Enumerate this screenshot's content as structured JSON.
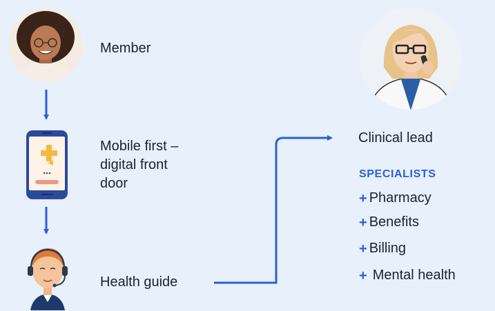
{
  "flow": {
    "member_label": "Member",
    "mobile_label_line1": "Mobile first –",
    "mobile_label_line2": "digital front",
    "mobile_label_line3": "door",
    "guide_label": "Health guide",
    "clinical_label": "Clinical lead"
  },
  "specialists": {
    "title": "SPECIALISTS",
    "items": [
      {
        "plus": "+",
        "label": "Pharmacy"
      },
      {
        "plus": "+",
        "label": "Benefits"
      },
      {
        "plus": "+",
        "label": "Billing"
      },
      {
        "plus": "+",
        "label": "Mental health"
      }
    ]
  },
  "colors": {
    "background": "#e8f0fc",
    "accent": "#2a5fd8",
    "text": "#1a2233"
  },
  "icons": {
    "member": "member-avatar",
    "phone": "mobile-app-icon",
    "guide": "health-guide-avatar",
    "clinical": "clinical-lead-avatar"
  }
}
